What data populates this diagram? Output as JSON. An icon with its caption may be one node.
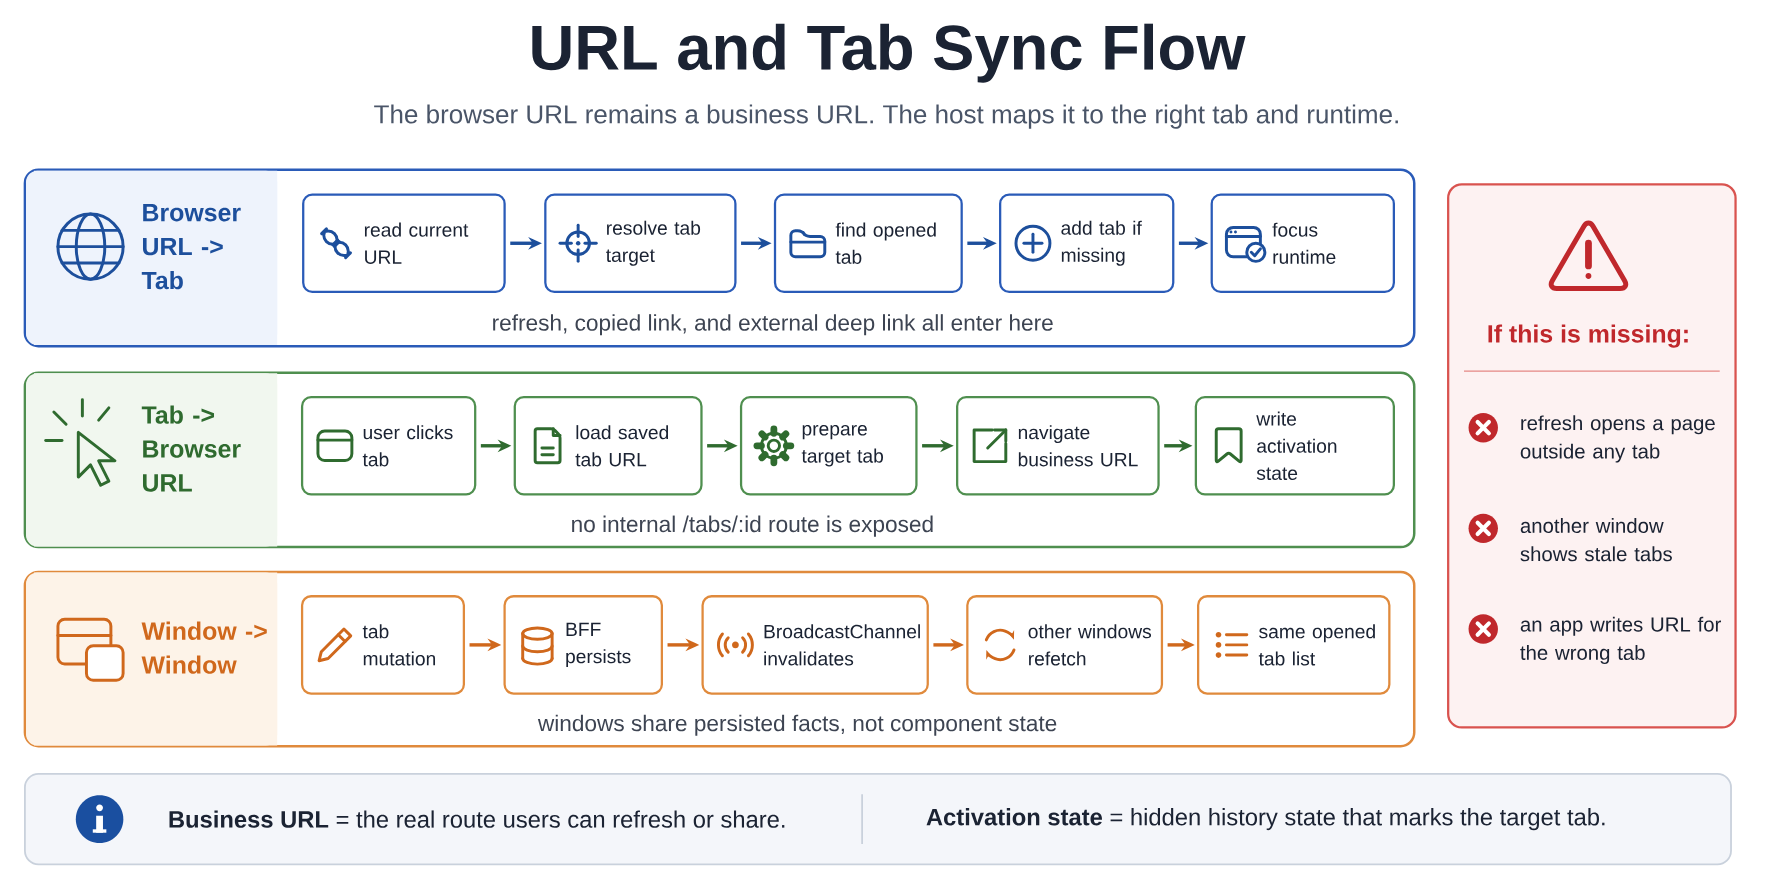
{
  "diagram": {
    "title": "URL and Tab Sync Flow",
    "nodes": [
      {
        "text": [
          "Browser URL -> Tab",
          "refresh, copied link, and external deep link all enter here"
        ]
      },
      {
        "text": [
          "read current URL"
        ],
        "in": 0
      },
      {
        "text": [
          "resolve tab target"
        ],
        "in": 0
      },
      {
        "text": [
          "find opened tab"
        ],
        "in": 0
      },
      {
        "text": [
          "add tab if missing"
        ],
        "in": 0
      },
      {
        "text": [
          "focus runtime"
        ],
        "in": 0
      },
      {
        "text": [
          "Tab -> Browser URL",
          "no internal /tabs/:id route is exposed"
        ]
      },
      {
        "text": [
          "user clicks tab"
        ],
        "in": 6
      },
      {
        "text": [
          "load saved tab URL"
        ],
        "in": 6
      },
      {
        "text": [
          "prepare target tab"
        ],
        "in": 6
      },
      {
        "text": [
          "navigate business URL"
        ],
        "in": 6
      },
      {
        "text": [
          "write activation state"
        ],
        "in": 6
      },
      {
        "text": [
          "Window -> Window",
          "windows share persisted facts, not component state"
        ]
      },
      {
        "text": [
          "tab mutation"
        ],
        "in": 12
      },
      {
        "text": [
          "BFF persists"
        ],
        "in": 12
      },
      {
        "text": [
          "BroadcastChannel invalidates"
        ],
        "in": 12
      },
      {
        "text": [
          "other windows refetch"
        ],
        "in": 12
      },
      {
        "text": [
          "same opened tab list"
        ],
        "in": 12
      },
      {
        "text": [
          "If this is missing:",
          "refresh opens a page outside any tab",
          "another window shows stale tabs",
          "an app writes URL for the wrong tab"
        ]
      },
      {
        "text": [
          "**Business URL** = the real route users can refresh or share.",
          "**Activation state** = hidden history state that marks the target tab."
        ]
      }
    ],
    "edges": [
      {
        "from": 1,
        "to": 2,
        "arrow": "to",
        "color": "#1d4f9c"
      },
      {
        "from": 2,
        "to": 3,
        "arrow": "to",
        "color": "#1d4f9c"
      },
      {
        "from": 3,
        "to": 4,
        "arrow": "to",
        "color": "#1d4f9c"
      },
      {
        "from": 4,
        "to": 5,
        "arrow": "to",
        "color": "#1d4f9c"
      },
      {
        "from": 7,
        "to": 8,
        "arrow": "to",
        "color": "#2f6b2f"
      },
      {
        "from": 8,
        "to": 9,
        "arrow": "to",
        "color": "#2f6b2f"
      },
      {
        "from": 9,
        "to": 10,
        "arrow": "to",
        "color": "#2f6b2f"
      },
      {
        "from": 10,
        "to": 11,
        "arrow": "to",
        "color": "#2f6b2f"
      },
      {
        "from": 13,
        "to": 14,
        "arrow": "to",
        "color": "#d0681c"
      },
      {
        "from": 14,
        "to": 15,
        "arrow": "to",
        "color": "#d0681c"
      },
      {
        "from": 15,
        "to": 16,
        "arrow": "to",
        "color": "#d0681c"
      },
      {
        "from": 16,
        "to": 17,
        "arrow": "to",
        "color": "#d0681c"
      }
    ],
    "labels": [
      "The browser URL remains a business URL. The host maps it to the right tab and runtime."
    ]
  }
}
